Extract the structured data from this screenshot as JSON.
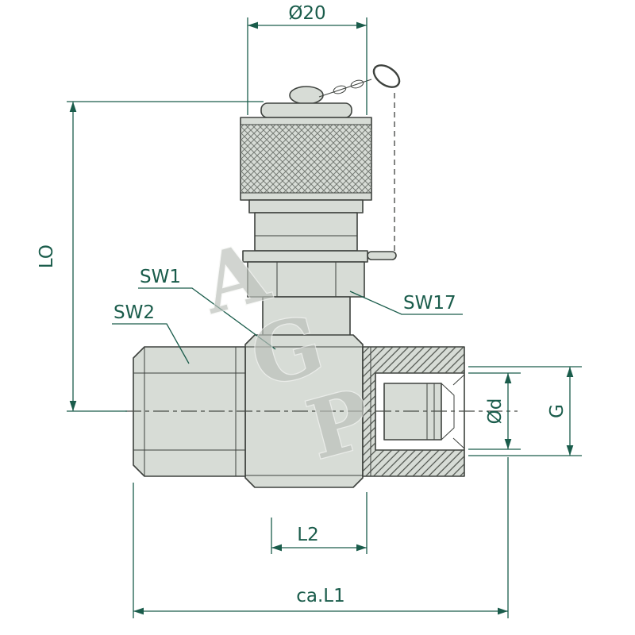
{
  "labels": {
    "top_diameter": "Ø20",
    "height": "LO",
    "sw1": "SW1",
    "sw2": "SW2",
    "sw17": "SW17",
    "bore_diameter": "Ød",
    "thread_size": "G",
    "length_l2": "L2",
    "length_total": "ca.L1"
  },
  "watermark": {
    "letter_a": "A",
    "letter_g": "G",
    "letter_p": "P"
  },
  "colors": {
    "dim": "#1A5C4B",
    "outline": "#3E423E",
    "fill": "#D7DCD6",
    "watermark": "#BCC1BB"
  }
}
